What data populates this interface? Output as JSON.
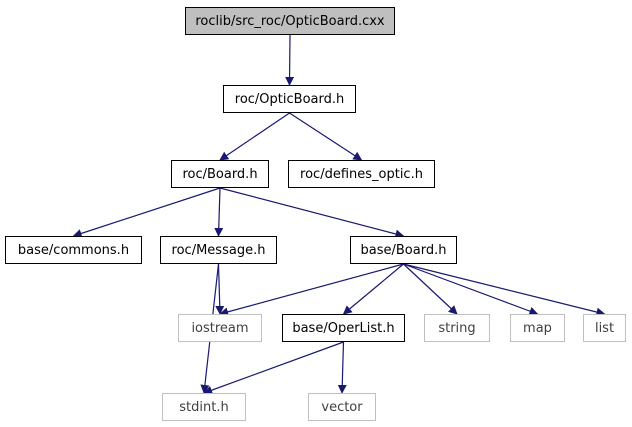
{
  "graph": {
    "nodes": {
      "root": "roclib/src_roc/OpticBoard.cxx",
      "optic_board_h": "roc/OpticBoard.h",
      "roc_board_h": "roc/Board.h",
      "defines_optic_h": "roc/defines_optic.h",
      "base_commons_h": "base/commons.h",
      "roc_message_h": "roc/Message.h",
      "base_board_h": "base/Board.h",
      "iostream": "iostream",
      "base_operlist_h": "base/OperList.h",
      "string": "string",
      "map": "map",
      "list": "list",
      "stdint_h": "stdint.h",
      "vector": "vector"
    },
    "edges": [
      [
        "root",
        "optic_board_h"
      ],
      [
        "optic_board_h",
        "roc_board_h"
      ],
      [
        "optic_board_h",
        "defines_optic_h"
      ],
      [
        "roc_board_h",
        "base_commons_h"
      ],
      [
        "roc_board_h",
        "roc_message_h"
      ],
      [
        "roc_board_h",
        "base_board_h"
      ],
      [
        "roc_message_h",
        "iostream"
      ],
      [
        "roc_message_h",
        "stdint_h"
      ],
      [
        "base_board_h",
        "iostream"
      ],
      [
        "base_board_h",
        "base_operlist_h"
      ],
      [
        "base_board_h",
        "string"
      ],
      [
        "base_board_h",
        "map"
      ],
      [
        "base_board_h",
        "list"
      ],
      [
        "base_operlist_h",
        "stdint_h"
      ],
      [
        "base_operlist_h",
        "vector"
      ]
    ],
    "colors": {
      "edge": "#191970",
      "node_border": "#000000",
      "system_border": "#bfbfbf",
      "root_fill": "#bfbfbf"
    }
  }
}
